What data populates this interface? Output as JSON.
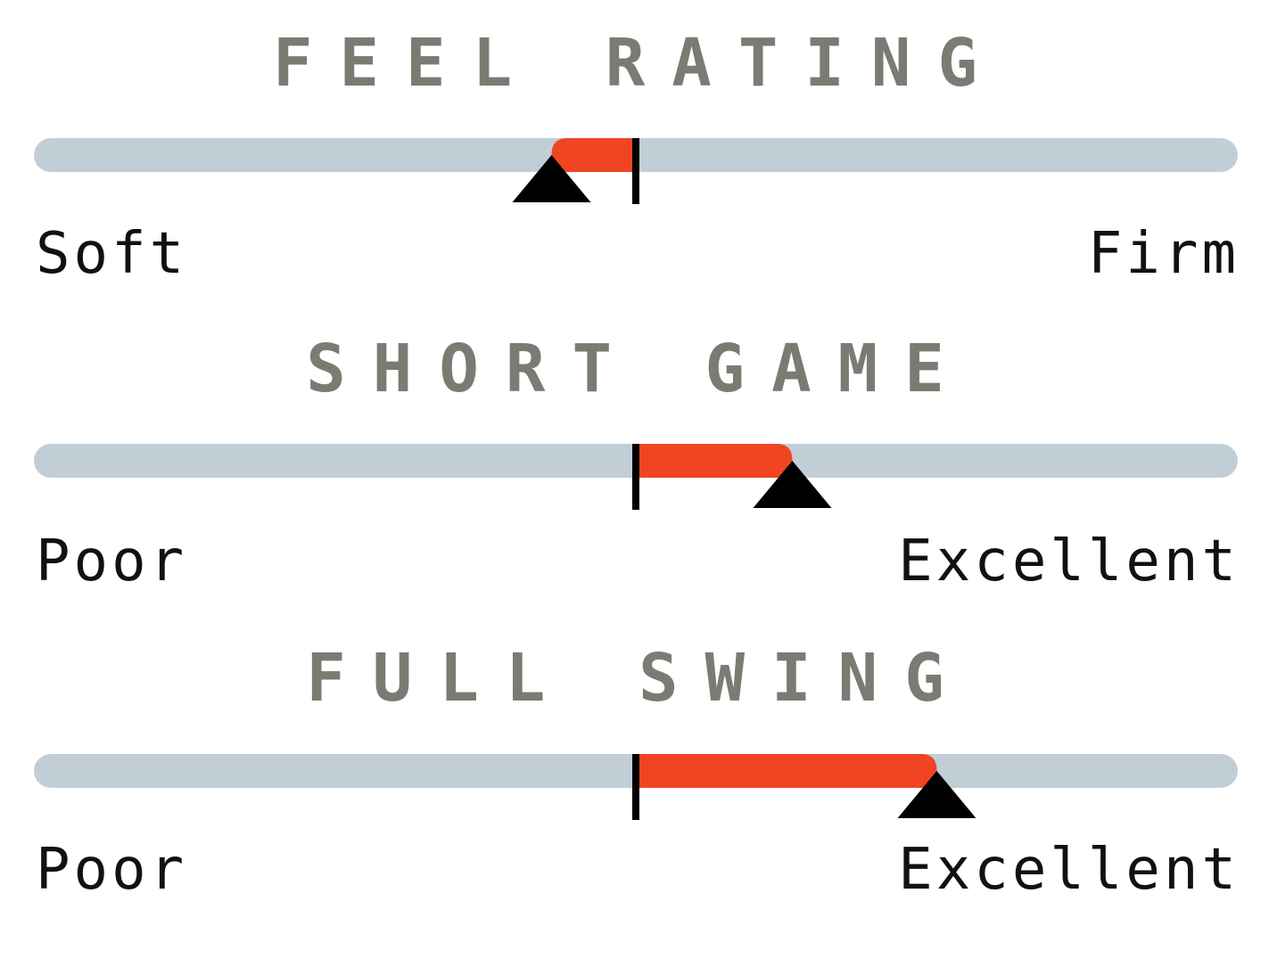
{
  "colors": {
    "track": "#c1ced6",
    "fill": "#f04423",
    "marker": "#000000",
    "title": "#7b7b73",
    "label": "#111111",
    "background": "#ffffff"
  },
  "chart_data": [
    {
      "type": "bar",
      "title": "FEEL RATING",
      "scale": [
        0,
        100
      ],
      "center": 50,
      "value": 43,
      "min_label": "Soft",
      "max_label": "Firm"
    },
    {
      "type": "bar",
      "title": "SHORT GAME",
      "scale": [
        0,
        100
      ],
      "center": 50,
      "value": 63,
      "min_label": "Poor",
      "max_label": "Excellent"
    },
    {
      "type": "bar",
      "title": "FULL SWING",
      "scale": [
        0,
        100
      ],
      "center": 50,
      "value": 75,
      "min_label": "Poor",
      "max_label": "Excellent"
    }
  ]
}
